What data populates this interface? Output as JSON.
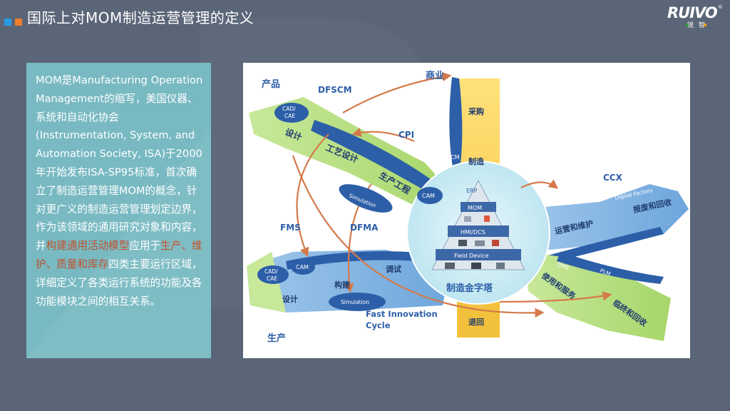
{
  "header": {
    "title": "国际上对MOM制造运营管理的定义",
    "accent_colors": [
      "#2a9be3",
      "#f07d2c"
    ]
  },
  "logo": {
    "word": "RUIVO",
    "reg_mark": "®",
    "chinese": "锐 智",
    "dot_colors": [
      "#2e9f3a",
      "#f0a020"
    ]
  },
  "description": {
    "part1": "MOM是Manufacturing Operation Management的缩写，美国仪器、系统和自动化协会(Instrumentation, System, and Automation Society, ISA)于2000年开始发布ISA-SP95标准，首次确立了制造运营管理MOM的概念，针对更广义的制造运营管理划定边界，作为该领域的通用研究对象和内容，并",
    "highlight1": "构建通用活动模型",
    "part2": "应用于",
    "highlight2": "生产、维护、质量和库存",
    "part3": "四类主要运行区域，详细定义了各类运行系统的功能及各功能模块之间的相互关系。",
    "highlight_color": "#c2502a"
  },
  "diagram": {
    "labels": {
      "product": "产品",
      "business": "商业",
      "production": "生产",
      "dfscm": "DFSCM",
      "cpi": "CPI",
      "ccx": "CCX",
      "fms": "FMS",
      "dfma": "DFMA",
      "fast1": "Fast Innovation",
      "fast2": "Cycle"
    },
    "product_arrow": {
      "cad1": "CAD/",
      "cad2": "CAE",
      "design": "设计",
      "process": "工艺设计",
      "eng": "生产工程",
      "sim": "Simulation",
      "cam": "CAM"
    },
    "business_arrow": {
      "purchase": "采购",
      "scm": "SCM",
      "manufacture": "制造",
      "return": "退回"
    },
    "right_arrows": {
      "digital_factory": "Digital Factory",
      "ops": "运营和维护",
      "scrap": "报废和回收",
      "qms": "QMS",
      "plm": "PLM",
      "use": "使用和服务",
      "end": "临终和回收"
    },
    "production_arrow": {
      "cad1": "CAD/",
      "cad2": "CAE",
      "cam": "CAM",
      "design": "设计",
      "build": "构建",
      "debug": "调试",
      "sim": "Simulation"
    },
    "pyramid": {
      "erp": "ERP",
      "mom": "MOM",
      "hmi": "HMI/DCS",
      "field": "Field Device",
      "title": "制造金字塔"
    }
  }
}
